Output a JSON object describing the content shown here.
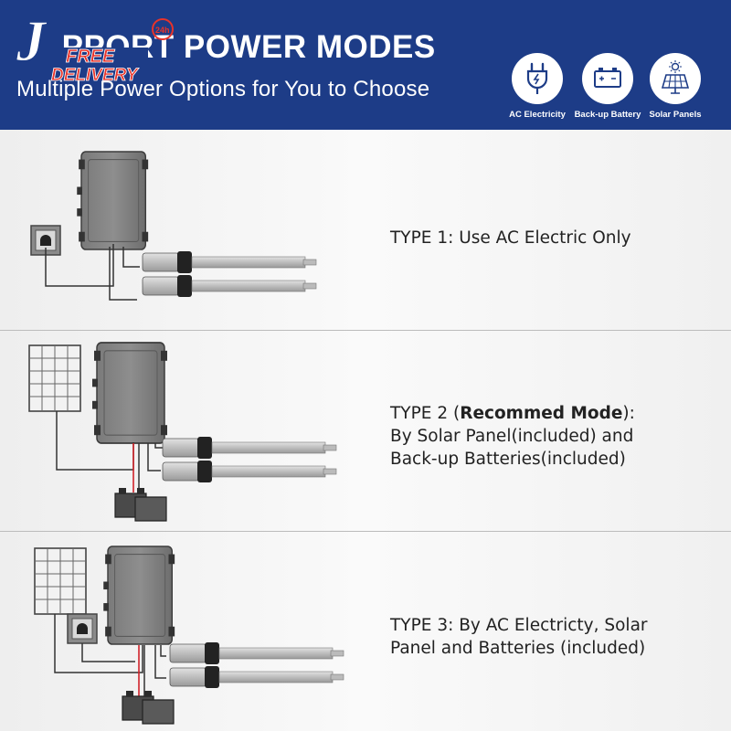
{
  "header": {
    "title": "SUPPORT POWER MODES",
    "subtitle": "Multiple Power Options for You to Choose",
    "logo": {
      "letter": "J",
      "badge_line1": "FREE",
      "badge_line2": "DELIVERY",
      "badge_small": "24h"
    },
    "power_options": [
      {
        "label": "AC Electricity",
        "icon": "plug-icon"
      },
      {
        "label": "Back-up Battery",
        "icon": "battery-icon"
      },
      {
        "label": "Solar Panels",
        "icon": "solar-panel-icon"
      }
    ]
  },
  "modes": [
    {
      "line1": "TYPE 1: Use AC Electric Only",
      "line2": "",
      "line3": ""
    },
    {
      "line1_prefix": "TYPE 2 (",
      "line1_bold": "Recommed Mode",
      "line1_suffix": "):",
      "line2": "By Solar Panel(included) and",
      "line3": "Back-up Batteries(included)"
    },
    {
      "line1": "TYPE 3: By AC Electricty, Solar",
      "line2": "Panel and Batteries (included)"
    }
  ],
  "colors": {
    "header_bg": "#1d3c87",
    "accent_red": "#e8332a",
    "wire_red": "#d0232a"
  }
}
